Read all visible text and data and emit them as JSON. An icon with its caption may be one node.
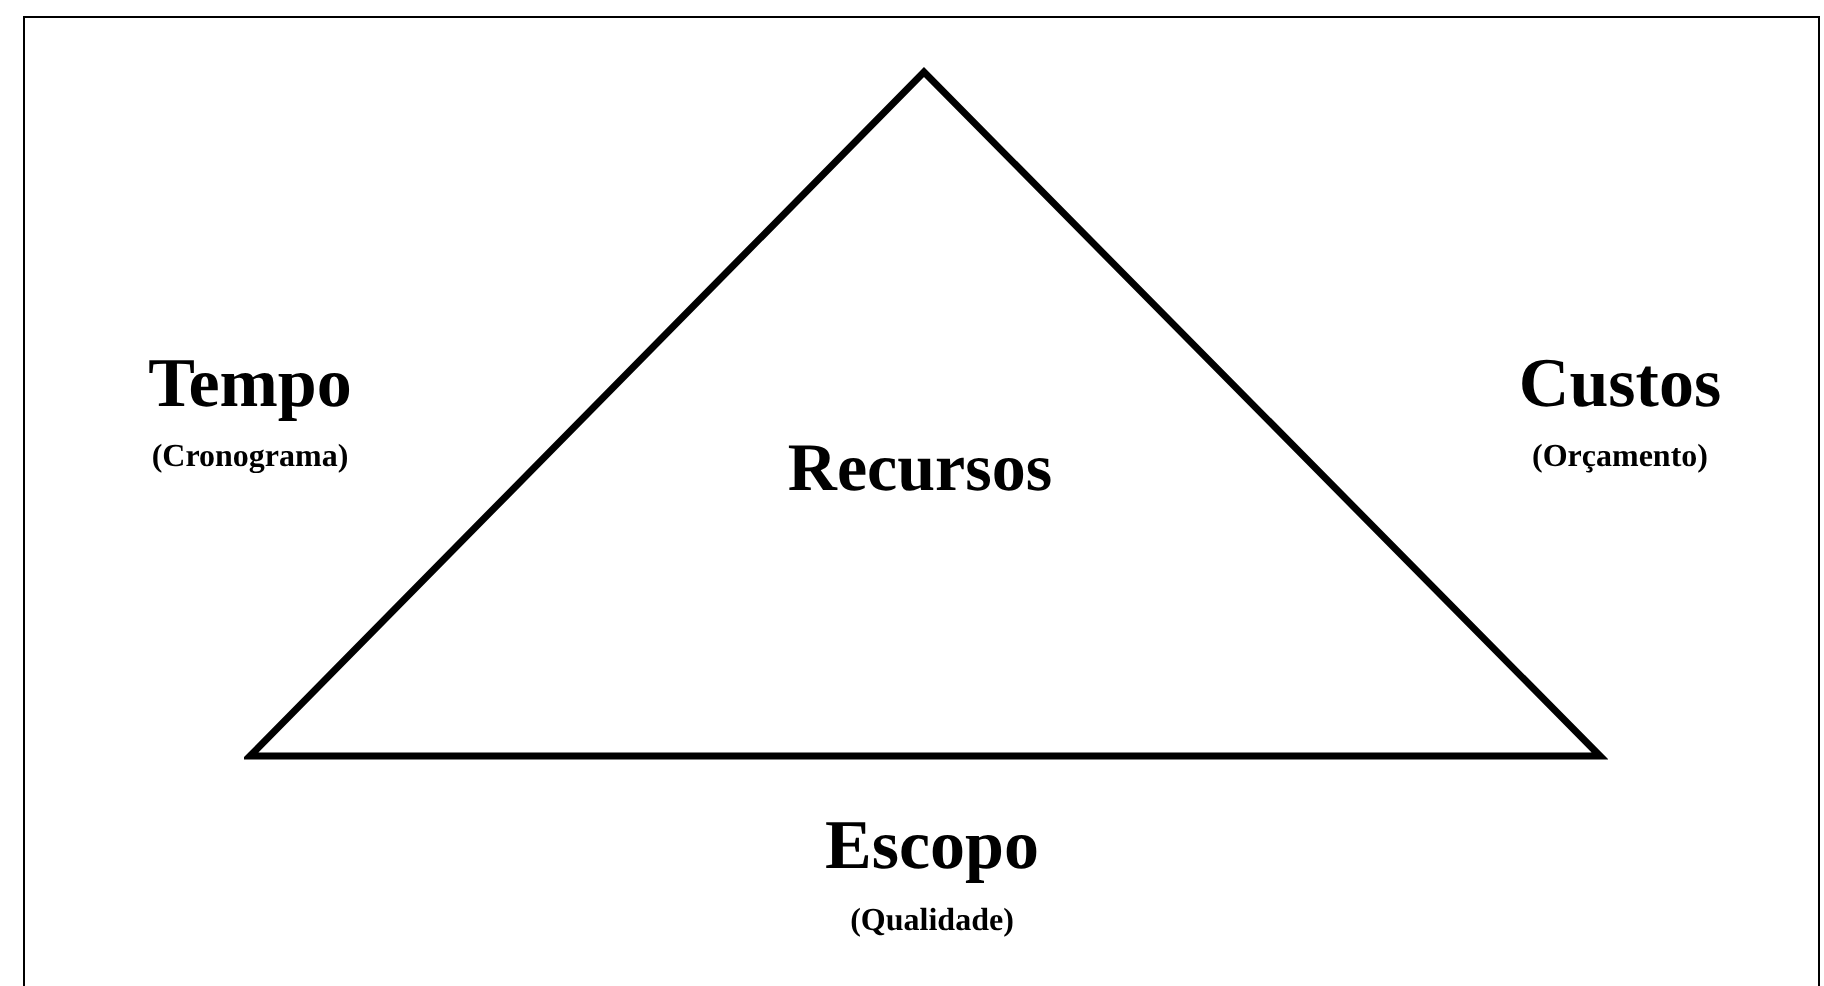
{
  "diagram": {
    "nodes": [
      {
        "text": [
          "Recursos"
        ]
      }
    ],
    "edges": [],
    "labels": [
      "Tempo",
      "(Cronograma)",
      "Custos",
      "(Orçamento)",
      "Escopo",
      "(Qualidade)"
    ]
  }
}
